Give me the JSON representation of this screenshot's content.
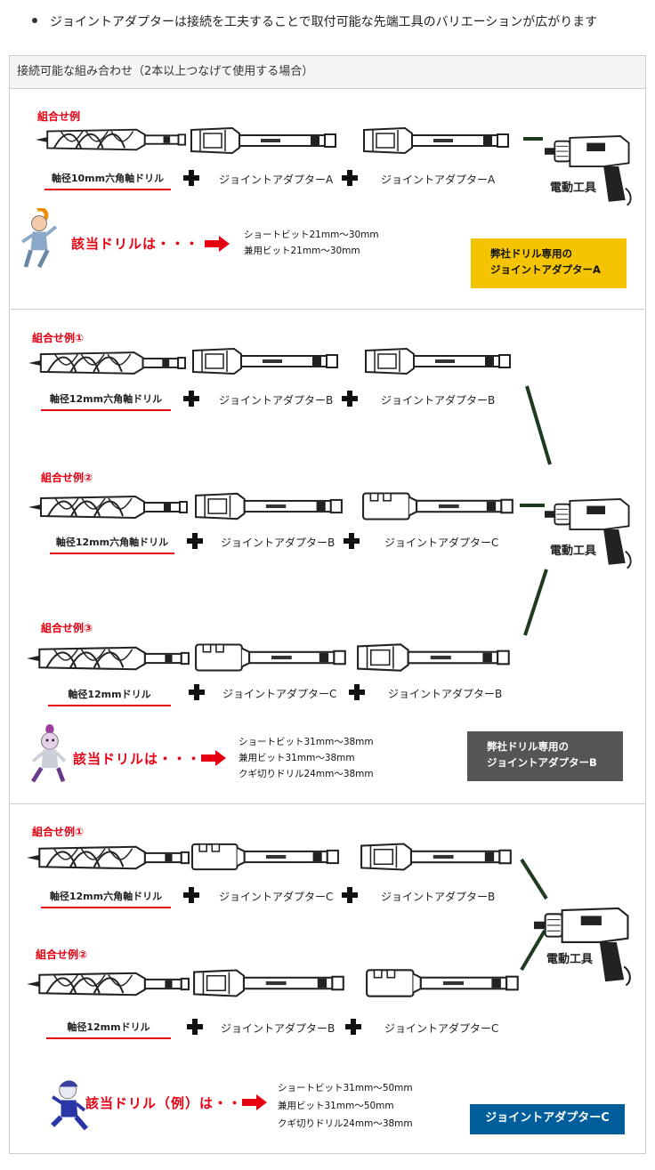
{
  "intro": {
    "bullet": "ジョイントアダプターは接続を工夫することで取付可能な先端工具のバリエーションが広がります"
  },
  "panel_header": "接続可能な組み合わせ（2本以上つなげて使用する場合）",
  "power_tool_label": "電動工具",
  "section_a": {
    "example_label": "組合せ例",
    "drill": "軸径10mm六角軸ドリル",
    "adapter1": "ジョイントアダプターA",
    "adapter2": "ジョイントアダプターA",
    "applies_label": "該当ドリルは・・・",
    "specs": [
      "ショートビット21mm〜30mm",
      "兼用ビット21mm〜30mm"
    ],
    "badge_line1": "弊社ドリル専用の",
    "badge_line2": "ジョイントアダプターA",
    "badge_color": "#f5c400"
  },
  "section_b": {
    "ex1": {
      "label": "組合せ例①",
      "drill": "軸径12mm六角軸ドリル",
      "adapter1": "ジョイントアダプターB",
      "adapter2": "ジョイントアダプターB"
    },
    "ex2": {
      "label": "組合せ例②",
      "drill": "軸径12mm六角軸ドリル",
      "adapter1": "ジョイントアダプターB",
      "adapter2": "ジョイントアダプターC"
    },
    "ex3": {
      "label": "組合せ例③",
      "drill": "軸径12mmドリル",
      "adapter1": "ジョイントアダプターC",
      "adapter2": "ジョイントアダプターB"
    },
    "applies_label": "該当ドリルは・・・",
    "specs": [
      "ショートビット31mm〜38mm",
      "兼用ビット31mm〜38mm",
      "クギ切りドリル24mm〜38mm"
    ],
    "badge_line1": "弊社ドリル専用の",
    "badge_line2": "ジョイントアダプターB",
    "badge_color": "#555555"
  },
  "section_c": {
    "ex1": {
      "label": "組合せ例①",
      "drill": "軸径12mm六角軸ドリル",
      "adapter1": "ジョイントアダプターC",
      "adapter2": "ジョイントアダプターB"
    },
    "ex2": {
      "label": "組合せ例②",
      "drill": "軸径12mmドリル",
      "adapter1": "ジョイントアダプターB",
      "adapter2": "ジョイントアダプターC"
    },
    "applies_label": "該当ドリル（例）は・・",
    "specs": [
      "ショートビット31mm〜50mm",
      "兼用ビット31mm〜50mm",
      "クギ切りドリル24mm〜38mm"
    ],
    "badge": "ジョイントアダプターC",
    "badge_color": "#005f9a"
  },
  "colors": {
    "accent_red": "#e60012",
    "connector_green": "#1f3b1f"
  }
}
